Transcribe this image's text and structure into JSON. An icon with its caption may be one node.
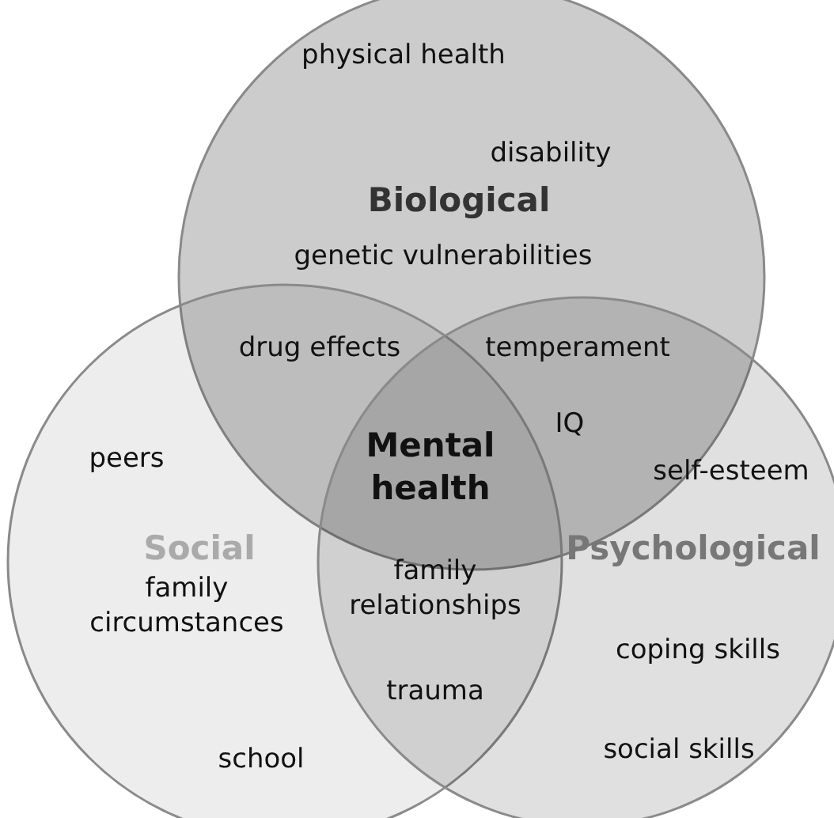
{
  "diagram": {
    "nodes": [
      {
        "text": [
          "physical health",
          "disability",
          "Biological",
          "genetic vulnerabilities"
        ]
      },
      {
        "text": [
          "peers",
          "Social",
          "family circumstances",
          "school"
        ]
      },
      {
        "text": [
          "self-esteem",
          "Psychological",
          "coping skills",
          "social skills"
        ]
      },
      {
        "text": [
          "Mental health"
        ]
      }
    ],
    "labels": [
      "drug effects",
      "temperament",
      "IQ",
      "family relationships",
      "trauma"
    ]
  }
}
